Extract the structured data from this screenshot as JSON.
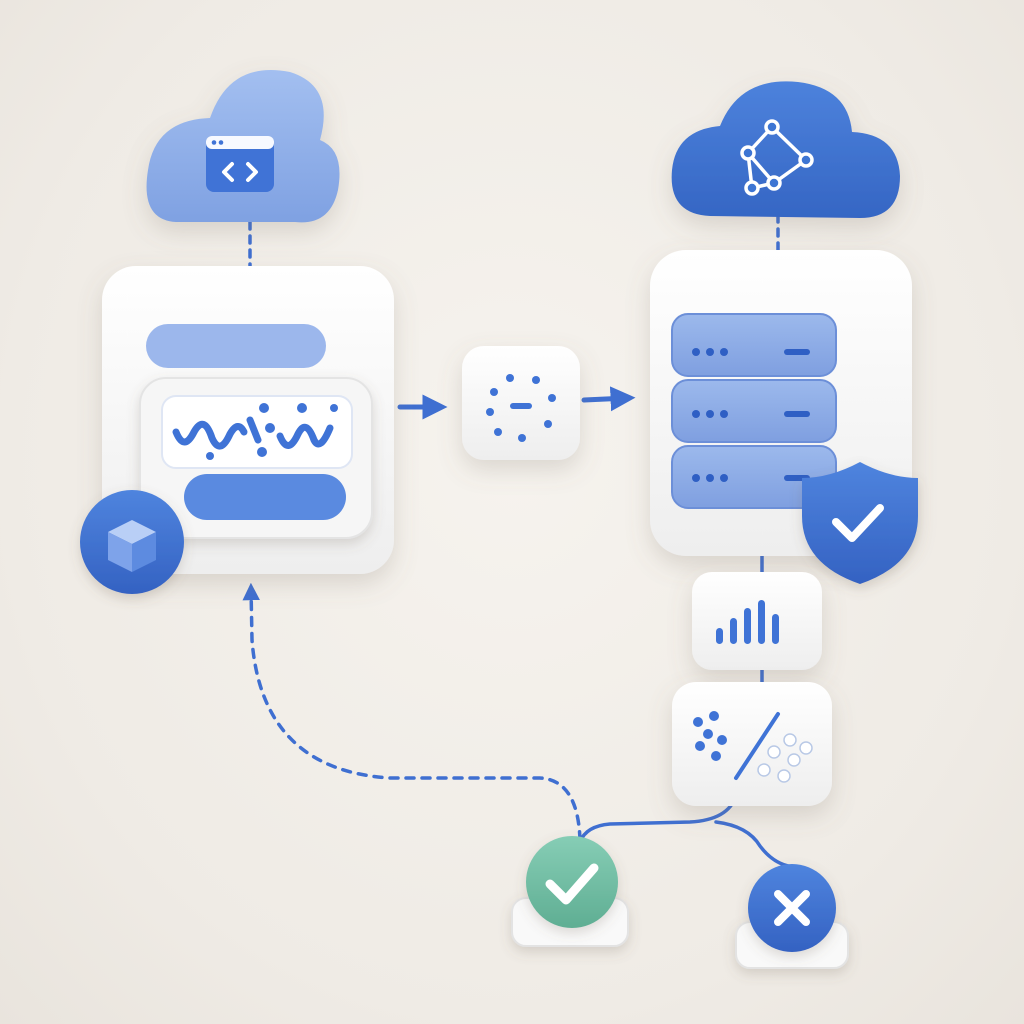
{
  "diagram": {
    "type": "pipeline-illustration",
    "text_labels": [],
    "colors": {
      "background": "#f0ece6",
      "card": "#fbfbfb",
      "blue_primary": "#3f73d6",
      "blue_light": "#8fb0ea",
      "blue_soft": "#a9c2ee",
      "cloud_light": "#8eaeea",
      "cloud_dark": "#3d74d3",
      "success_green": "#74bfa6",
      "connector": "#3f6fd1"
    },
    "nodes": [
      {
        "id": "client-cloud",
        "icon": "code-window-icon"
      },
      {
        "id": "server-cloud",
        "icon": "network-graph-icon"
      },
      {
        "id": "input-form-card",
        "icon": "waveform-icon"
      },
      {
        "id": "cube-badge",
        "icon": "cube-icon"
      },
      {
        "id": "processing-node",
        "icon": "dots-dash-icon"
      },
      {
        "id": "server-rack",
        "icon": "server-rack-icon"
      },
      {
        "id": "security-shield",
        "icon": "shield-check-icon"
      },
      {
        "id": "analytics-node",
        "icon": "bar-chart-icon"
      },
      {
        "id": "classifier-node",
        "icon": "split-dots-icon"
      },
      {
        "id": "success-outcome",
        "icon": "check-icon"
      },
      {
        "id": "failure-outcome",
        "icon": "x-icon"
      }
    ],
    "edges": [
      {
        "from": "client-cloud",
        "to": "input-form-card",
        "style": "dashed"
      },
      {
        "from": "server-cloud",
        "to": "server-rack",
        "style": "dashed"
      },
      {
        "from": "input-form-card",
        "to": "processing-node",
        "style": "arrow"
      },
      {
        "from": "processing-node",
        "to": "server-rack",
        "style": "arrow"
      },
      {
        "from": "server-rack",
        "to": "analytics-node",
        "style": "solid"
      },
      {
        "from": "analytics-node",
        "to": "classifier-node",
        "style": "solid"
      },
      {
        "from": "classifier-node",
        "to": "success-outcome",
        "style": "solid"
      },
      {
        "from": "classifier-node",
        "to": "failure-outcome",
        "style": "solid"
      },
      {
        "from": "success-outcome",
        "to": "input-form-card",
        "style": "dashed-arrow"
      }
    ]
  }
}
